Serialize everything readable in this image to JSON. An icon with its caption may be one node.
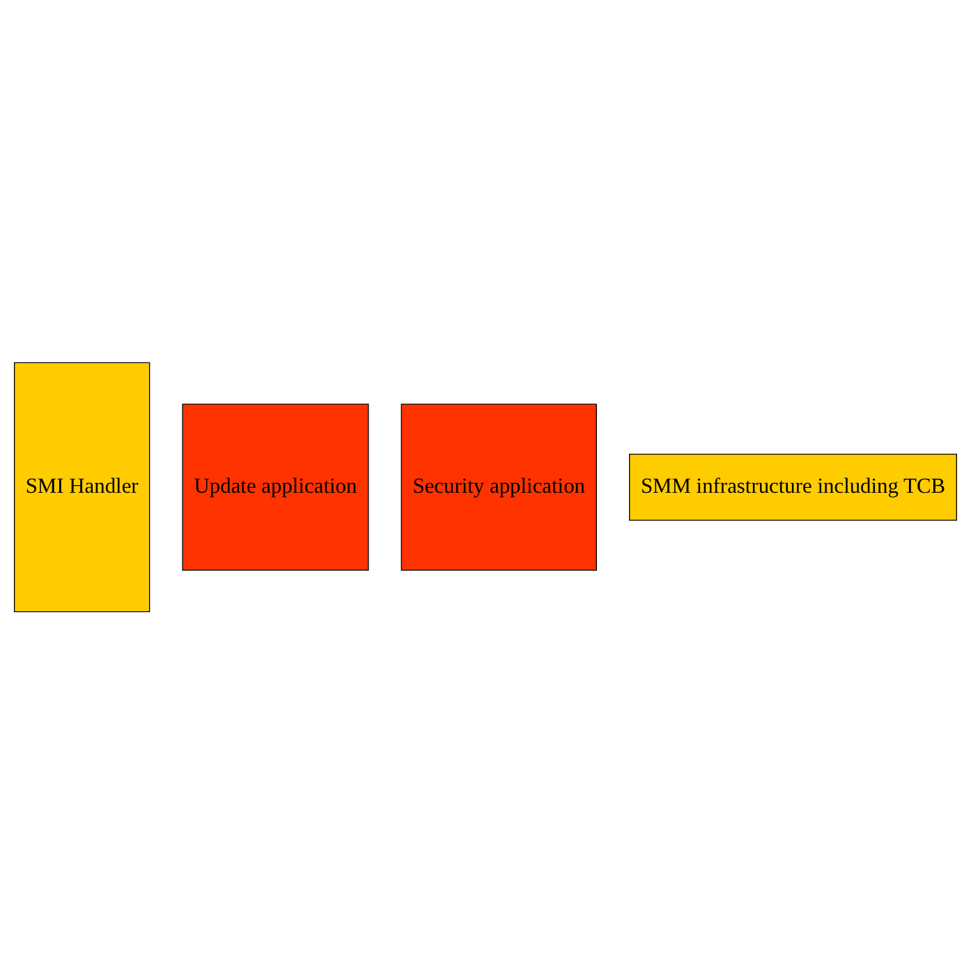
{
  "diagram": {
    "nodes": [
      {
        "text": [
          "SMI Handler"
        ]
      },
      {
        "text": [
          "Update application"
        ]
      },
      {
        "text": [
          "Security application"
        ]
      },
      {
        "text": [
          "SMM infrastructure including TCB"
        ]
      }
    ],
    "edges": []
  }
}
